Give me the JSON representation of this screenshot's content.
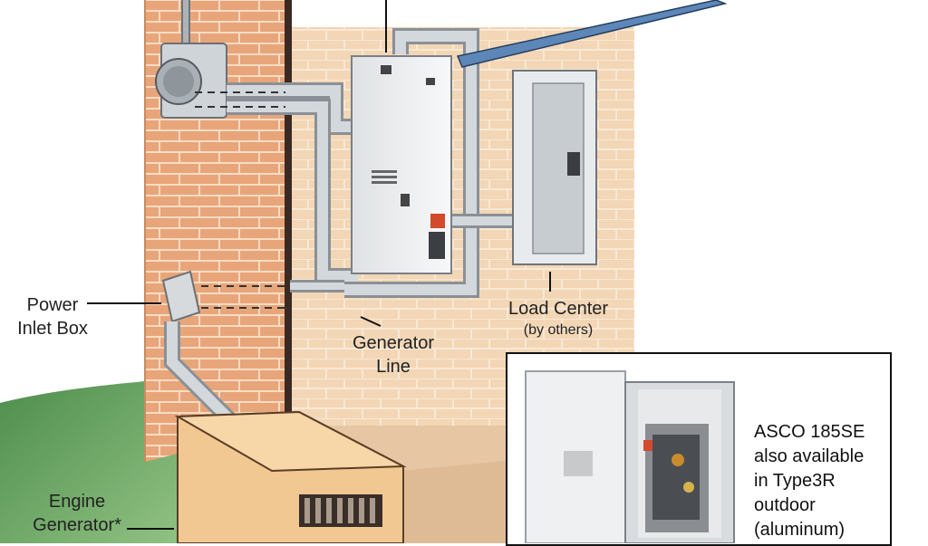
{
  "labels": {
    "power_inlet_box": [
      "Power",
      "Inlet Box"
    ],
    "load_center": "Load Center",
    "load_center_note": "(by others)",
    "generator_line": [
      "Generator",
      "Line"
    ],
    "engine_generator": [
      "Engine",
      "Generator*"
    ]
  },
  "inset": {
    "lines": [
      "ASCO 185SE",
      "also available",
      "in Type3R",
      "outdoor",
      "(aluminum)"
    ]
  },
  "colors": {
    "brick": "#e9a87a",
    "brick_mortar": "#f6d9bf",
    "wall_light": "#f3dcc0",
    "ground": "#e9c9a6",
    "grass": "#3f8a3a",
    "conduit": "#c9ced3",
    "panel": "#eceeef",
    "generator_body": "#f0c58f"
  }
}
